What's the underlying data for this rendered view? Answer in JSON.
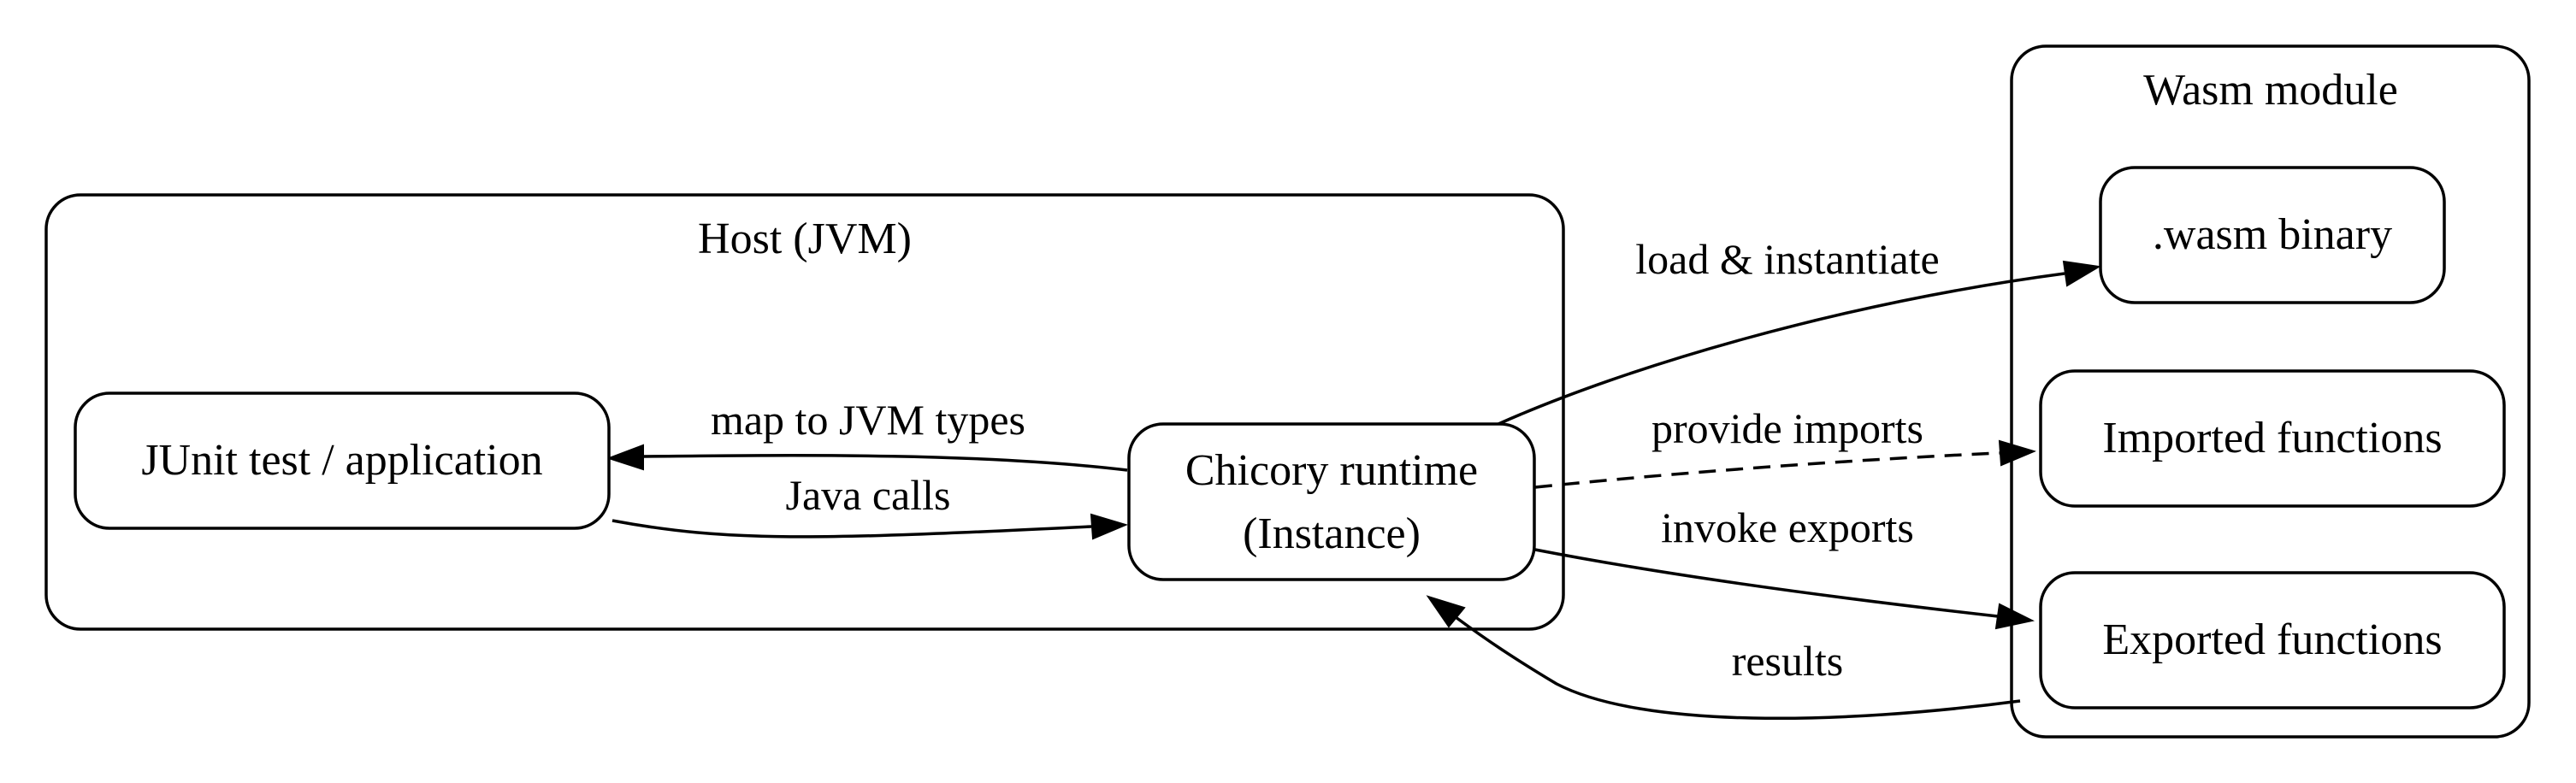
{
  "clusters": {
    "host": {
      "label": "Host (JVM)"
    },
    "wasm": {
      "label": "Wasm module"
    }
  },
  "nodes": {
    "junit": {
      "label": "JUnit test / application"
    },
    "runtime": {
      "line1": "Chicory runtime",
      "line2": "(Instance)"
    },
    "binary": {
      "label": ".wasm binary"
    },
    "imported": {
      "label": "Imported functions"
    },
    "exported": {
      "label": "Exported functions"
    }
  },
  "edges": {
    "map_types": {
      "label": "map to JVM types",
      "from": "Chicory runtime",
      "to": "JUnit test / application",
      "style": "solid"
    },
    "java_calls": {
      "label": "Java calls",
      "from": "JUnit test / application",
      "to": "Chicory runtime",
      "style": "solid"
    },
    "load": {
      "label": "load & instantiate",
      "from": "Chicory runtime",
      "to": ".wasm binary",
      "style": "solid"
    },
    "imports": {
      "label": "provide imports",
      "from": "Chicory runtime",
      "to": "Imported functions",
      "style": "dashed"
    },
    "exports": {
      "label": "invoke exports",
      "from": "Chicory runtime",
      "to": "Exported functions",
      "style": "solid"
    },
    "results": {
      "label": "results",
      "from": "Exported functions",
      "to": "Chicory runtime",
      "style": "solid"
    }
  }
}
